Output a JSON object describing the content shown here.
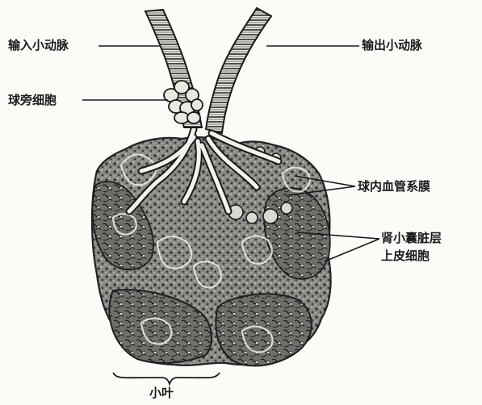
{
  "labels": {
    "afferent": "输入小动脉",
    "efferent": "输出小动脉",
    "juxta": "球旁细胞",
    "mesangium": "球内血管系膜",
    "podocyte_line1": "肾小囊脏层",
    "podocyte_line2": "上皮细胞",
    "lobule": "小叶"
  }
}
